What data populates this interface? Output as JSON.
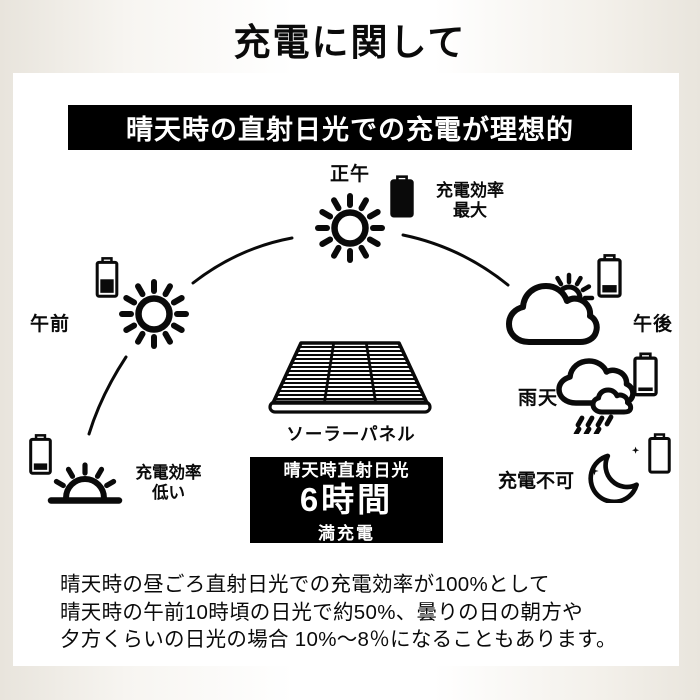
{
  "title": "充電に関して",
  "banner": "晴天時の直射日光での充電が理想的",
  "diagram": {
    "noon": {
      "label": "正午",
      "note_line1": "充電効率",
      "note_line2": "最大",
      "battery_level": "full"
    },
    "morning": {
      "label": "午前",
      "battery_level": "about half"
    },
    "afternoon": {
      "label": "午後",
      "battery_level": "low"
    },
    "rainy": {
      "label": "雨天",
      "battery_level": "nearly empty"
    },
    "night": {
      "label": "充電不可",
      "battery_level": "empty"
    },
    "early_morning": {
      "note_line1": "充電効率",
      "note_line2": "低い",
      "battery_level": "low"
    },
    "solar_panel": {
      "label": "ソーラーパネル"
    }
  },
  "summary_box": {
    "condition": "晴天時直射日光",
    "duration": "6時間",
    "result": "満充電"
  },
  "footer": {
    "line1": "晴天時の昼ごろ直射日光での充電効率が100%として",
    "line2": "晴天時の午前10時頃の日光で約50%、曇りの日の朝方や",
    "line3": "夕方くらいの日光の場合 10%〜8％になることもあります。"
  },
  "colors": {
    "ink": "#000000",
    "banner_bg": "#000000",
    "banner_text": "#ffffff",
    "page_edge": "#e8e4dc",
    "panel_bg": "#ffffff"
  }
}
